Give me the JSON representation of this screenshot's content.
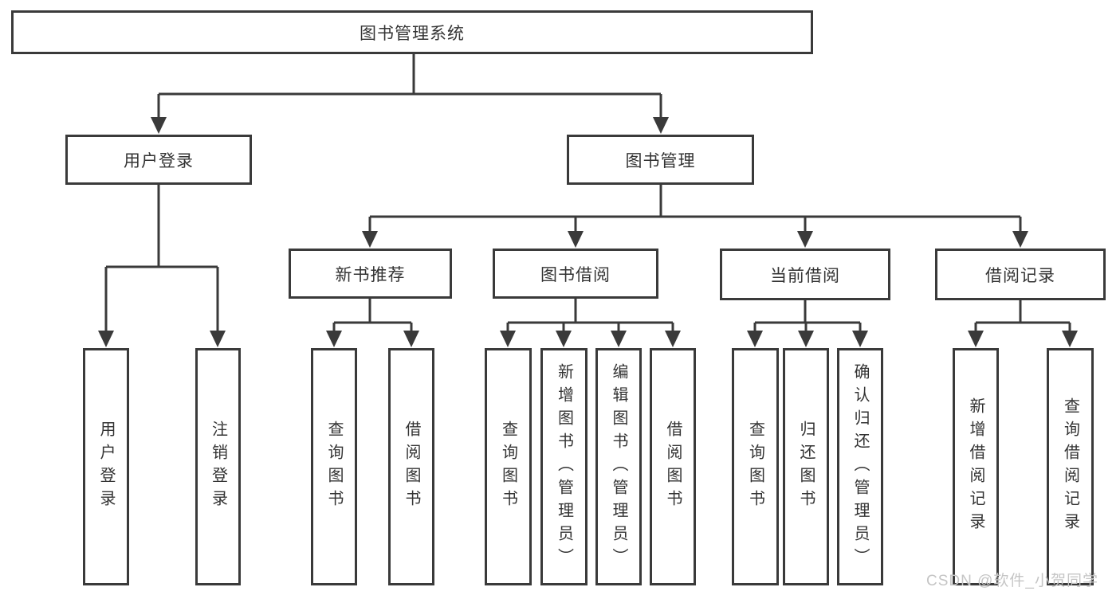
{
  "nodes": {
    "root": "图书管理系统",
    "user_login": "用户登录",
    "book_mgmt": "图书管理",
    "new_book": "新书推荐",
    "borrow": "图书借阅",
    "current": "当前借阅",
    "records": "借阅记录"
  },
  "leaves": {
    "user_login": [
      "用户登录",
      "注销登录"
    ],
    "new_book": [
      "查询图书",
      "借阅图书"
    ],
    "borrow": [
      "查询图书",
      "新增图书（管理员）",
      "编辑图书（管理员）",
      "借阅图书"
    ],
    "current": [
      "查询图书",
      "归还图书",
      "确认归还（管理员）"
    ],
    "records": [
      "新增借阅记录",
      "查询借阅记录"
    ]
  },
  "watermark": "CSDN @软件_小贺同学",
  "colors": {
    "line": "#3a3a3a",
    "text": "#333333",
    "box_background": "#ffffff",
    "watermark": "#c5c5c5"
  }
}
